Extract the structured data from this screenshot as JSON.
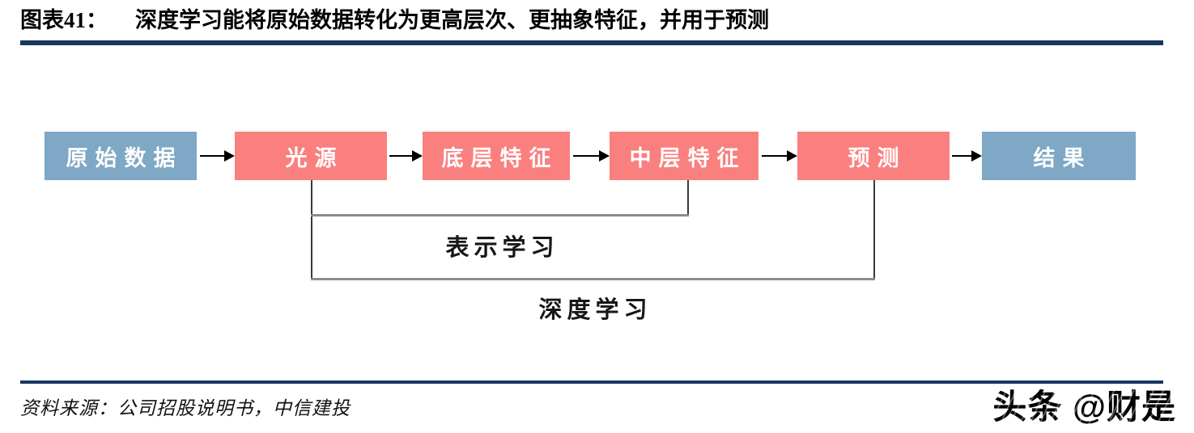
{
  "header": {
    "figure_number": "图表41：",
    "title": "深度学习能将原始数据转化为更高层次、更抽象特征，并用于预测"
  },
  "flowchart": {
    "nodes": [
      {
        "label": "原始数据",
        "type": "data"
      },
      {
        "label": "光源",
        "type": "feature"
      },
      {
        "label": "底层特征",
        "type": "feature"
      },
      {
        "label": "中层特征",
        "type": "feature"
      },
      {
        "label": "预测",
        "type": "feature"
      },
      {
        "label": "结果",
        "type": "data"
      }
    ],
    "brackets": [
      {
        "label": "表示学习",
        "spans_nodes": [
          "光源",
          "中层特征"
        ]
      },
      {
        "label": "深度学习",
        "spans_nodes": [
          "光源",
          "预测"
        ]
      }
    ],
    "colors": {
      "data_box": "#7FA7C6",
      "feature_box": "#F9807E",
      "rule": "#17375E",
      "bracket_line": "#8C8C8C",
      "arrow": "#000000"
    }
  },
  "footer": {
    "source": "资料来源：公司招股说明书，中信建投",
    "watermark": "头条 @财是"
  }
}
